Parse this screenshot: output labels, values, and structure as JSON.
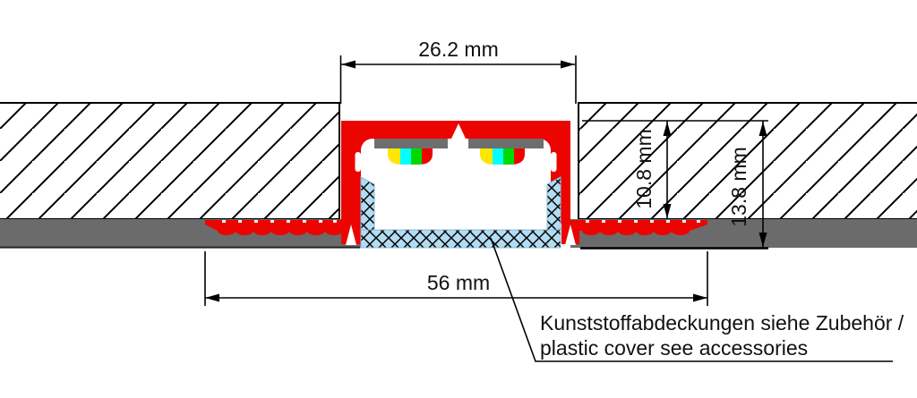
{
  "dimensions": {
    "profile_width": "26.2 mm",
    "mounting_width": "56 mm",
    "recess_depth": "10.8 mm",
    "overall_depth": "13.8 mm"
  },
  "note": {
    "line1": "Kunststoffabdeckungen siehe Zubehör /",
    "line2": "plastic cover see accessories"
  },
  "colors": {
    "profile_red": "#ec0400",
    "substrate_gray": "#6b6b6b",
    "pcb_gray": "#6e6e6e",
    "cover_blue": "#b3dcf2",
    "led_yellow": "#ffe600",
    "led_cyan": "#00ffff",
    "led_green": "#00d900",
    "led_red": "#ec0400"
  }
}
